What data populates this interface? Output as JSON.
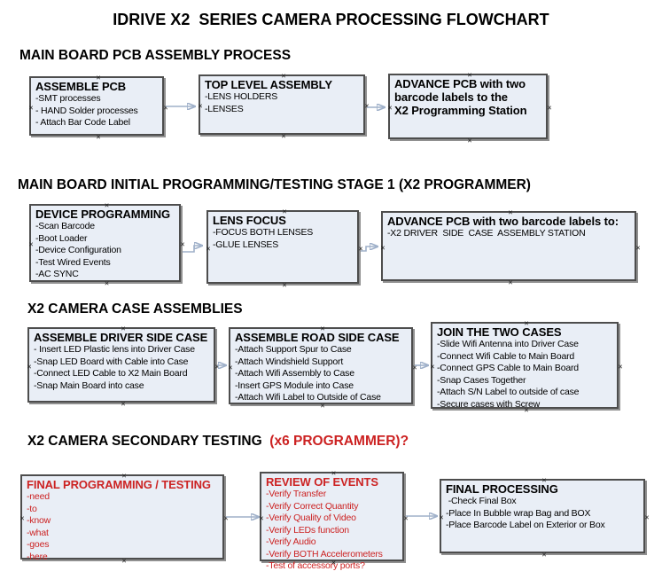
{
  "title": "IDRIVE X2  SERIES CAMERA PROCESSING FLOWCHART",
  "decorations": {
    "connection_marker": "×"
  },
  "colors": {
    "box_fill": "#e9eef6",
    "box_border": "#4d4d4d",
    "arrow_line": "#9fb0c9",
    "arrow_head": "#3a55a5",
    "red_text": "#cc2222"
  },
  "sections": [
    {
      "header": "MAIN BOARD PCB ASSEMBLY PROCESS",
      "boxes": [
        {
          "title": "ASSEMBLE PCB",
          "items": [
            "-SMT processes",
            "- HAND Solder processes",
            "- Attach Bar Code Label"
          ]
        },
        {
          "title": "TOP LEVEL ASSEMBLY",
          "items": [
            "-LENS HOLDERS",
            "-LENSES"
          ]
        },
        {
          "title": "ADVANCE PCB with two\nbarcode labels to the\nX2 Programming Station",
          "items": []
        }
      ]
    },
    {
      "header": "MAIN BOARD INITIAL PROGRAMMING/TESTING STAGE 1 (X2 PROGRAMMER)",
      "boxes": [
        {
          "title": "DEVICE PROGRAMMING",
          "items": [
            "-Scan Barcode",
            "-Boot Loader",
            "-Device Configuration",
            "-Test Wired Events",
            "-AC SYNC"
          ]
        },
        {
          "title": "LENS FOCUS",
          "items": [
            "-FOCUS BOTH LENSES",
            "-GLUE LENSES"
          ]
        },
        {
          "title": "ADVANCE PCB with two barcode labels to:",
          "items": [
            "-X2 DRIVER  SIDE  CASE  ASSEMBLY STATION"
          ]
        }
      ]
    },
    {
      "header": "X2 CAMERA CASE ASSEMBLIES",
      "boxes": [
        {
          "title": "ASSEMBLE DRIVER SIDE CASE",
          "items": [
            "- Insert LED Plastic lens into Driver Case",
            "-Snap LED Board with Cable into Case",
            "-Connect LED Cable to X2 Main Board",
            "-Snap Main Board into case"
          ]
        },
        {
          "title": "ASSEMBLE ROAD SIDE CASE",
          "items": [
            "-Attach Support Spur to Case",
            "-Attach Windshield Support",
            "-Attach Wifi Assembly to Case",
            "-Insert GPS Module into Case",
            "-Attach Wifi Label to Outside of Case"
          ]
        },
        {
          "title": "JOIN THE TWO CASES",
          "items": [
            "-Slide Wifi Antenna into Driver Case",
            "-Connect Wifi Cable to Main Board",
            "-Connect GPS Cable to Main Board",
            "-Snap Cases Together",
            "-Attach S/N Label to outside of case",
            "-Secure cases with Screw"
          ]
        }
      ]
    },
    {
      "header_black": "X2 CAMERA SECONDARY TESTING ",
      "header_red": " (x6 PROGRAMMER)?",
      "boxes": [
        {
          "title": "FINAL PROGRAMMING / TESTING",
          "items": [
            "-need",
            "-to",
            "-know",
            "-what",
            "-goes",
            "-here"
          ],
          "red": true
        },
        {
          "title": "REVIEW OF EVENTS",
          "items": [
            "-Verify Transfer",
            "-Verify Correct Quantity",
            "-Verify Quality of Video",
            "-Verify LEDs function",
            "-Verify Audio",
            "-Verify BOTH Accelerometers",
            "-Test of accessory ports?"
          ],
          "red": true
        },
        {
          "title": "FINAL PROCESSING",
          "items": [
            " -Check Final Box",
            "-Place In Bubble wrap Bag and BOX",
            "-Place Barcode Label on Exterior or Box"
          ]
        }
      ]
    }
  ]
}
